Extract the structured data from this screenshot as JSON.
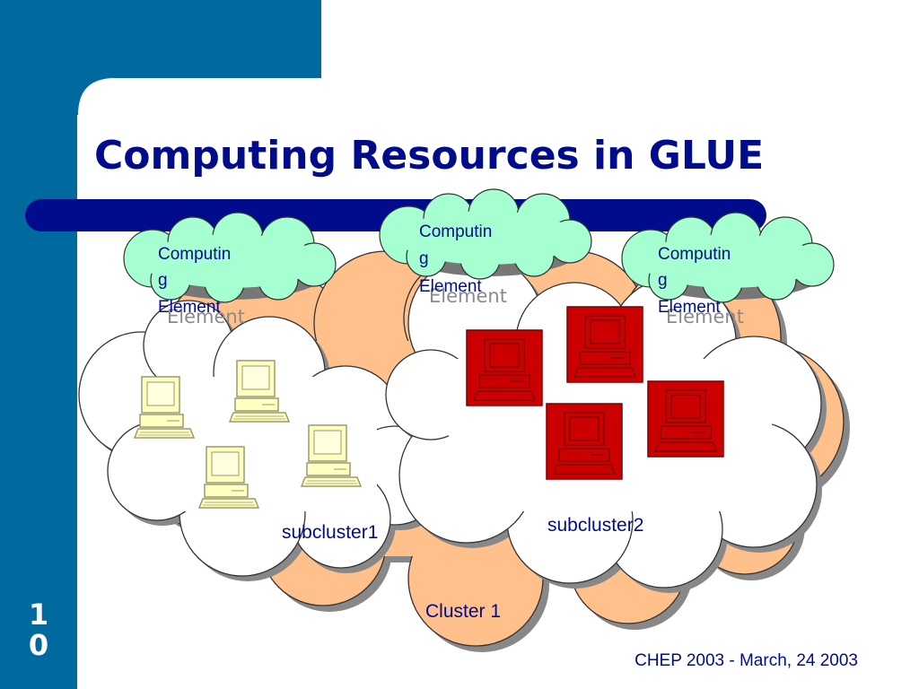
{
  "slide": {
    "title": "Computing Resources in GLUE",
    "page_number_line1": "1",
    "page_number_line2": "0",
    "footer": "CHEP 2003 - March, 24 2003",
    "colors": {
      "sidebar": "#00699e",
      "title_bar": "#000c8c",
      "title_text": "#000c8c",
      "cluster_fill": "#ffc08c",
      "subcluster_fill": "#ffffff",
      "element_cloud_fill": "#a6ffd0",
      "pc_yellow": "#ffffc0",
      "pc_red": "#cc0000"
    }
  },
  "diagram": {
    "cluster_label": "Cluster 1",
    "subclusters": [
      {
        "label": "subcluster1",
        "host_color": "yellow",
        "host_count": 4
      },
      {
        "label": "subcluster2",
        "host_color": "red",
        "host_count": 4
      }
    ],
    "computing_elements": [
      {
        "line1": "Computin",
        "line2": "g",
        "line3": "Element",
        "ghost": "Element"
      },
      {
        "line1": "Computin",
        "line2": "g",
        "line3": "Element",
        "ghost": "Element"
      },
      {
        "line1": "Computin",
        "line2": "g",
        "line3": "Element",
        "ghost": "Element"
      }
    ]
  }
}
